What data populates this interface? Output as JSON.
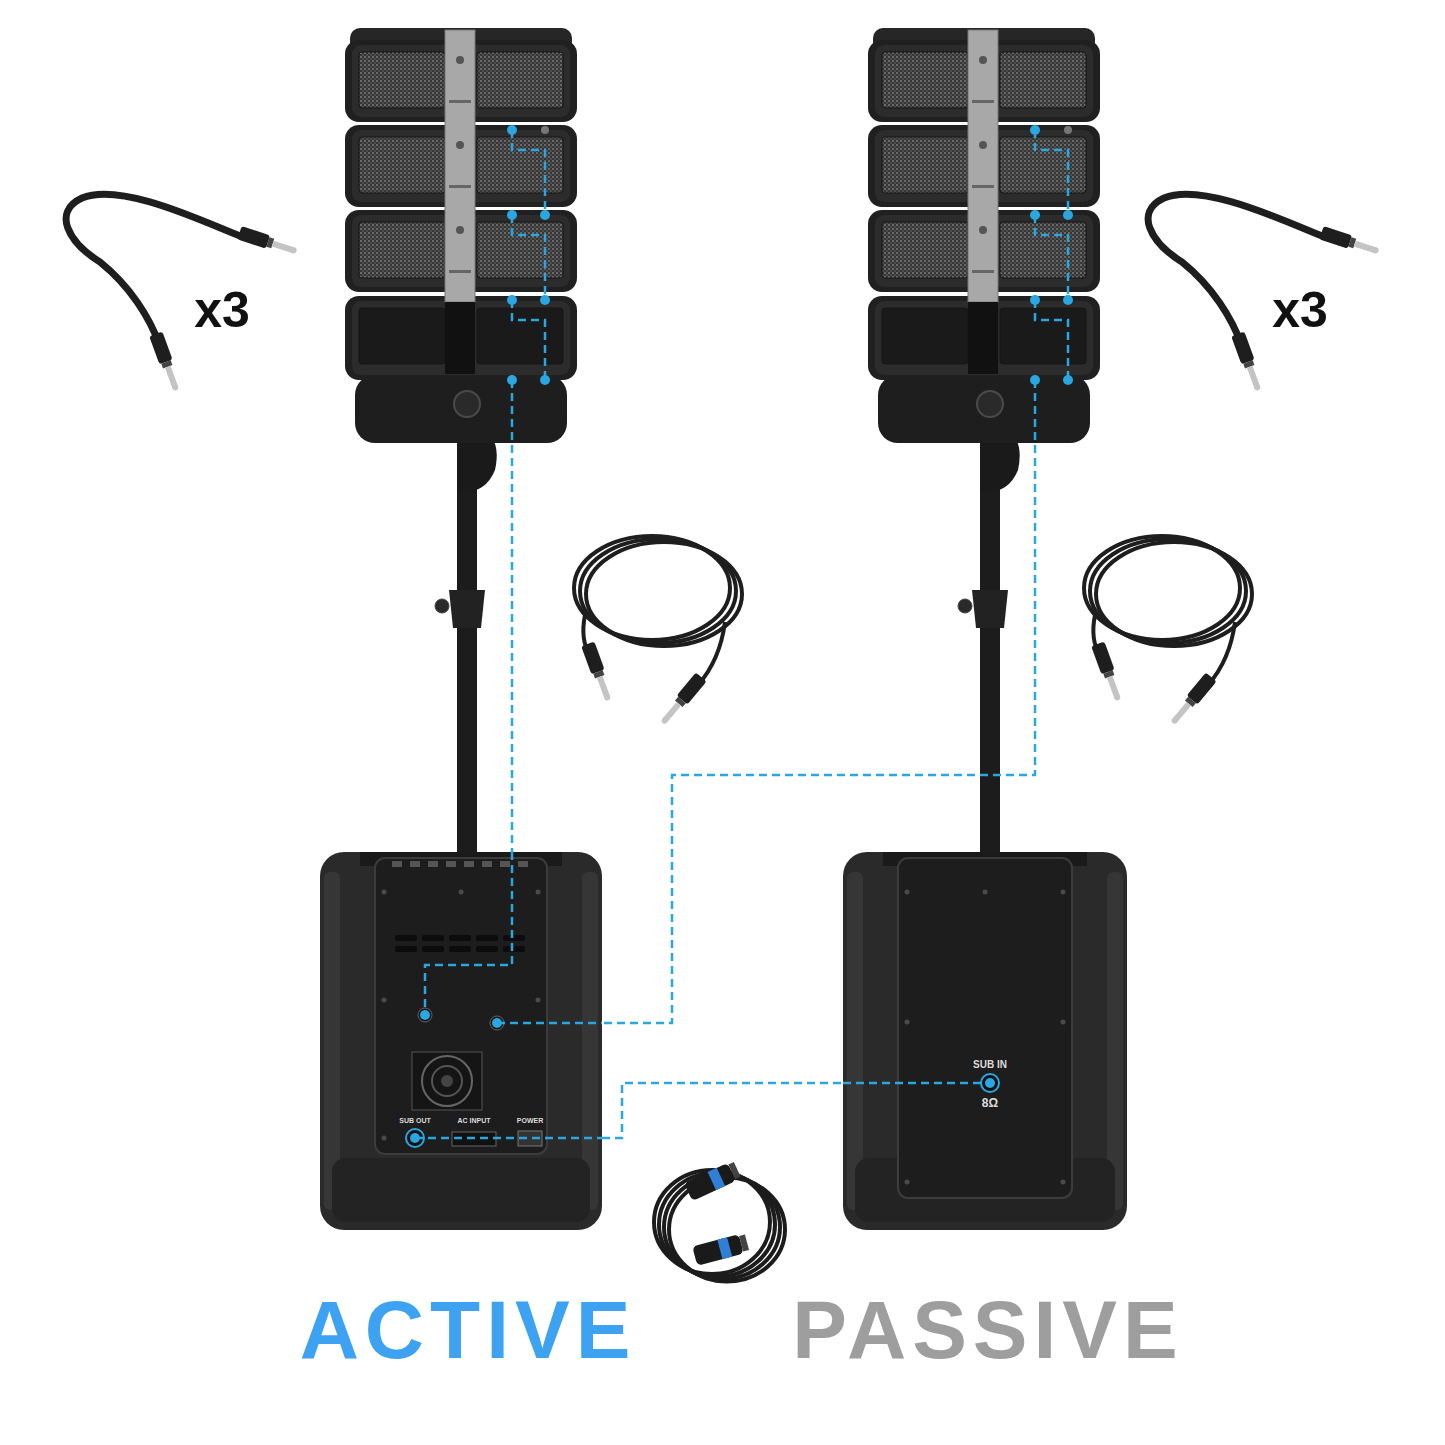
{
  "diagram": {
    "nodes": [
      {
        "text": [
          "SUB OUT",
          "AC INPUT",
          "POWER"
        ]
      },
      {
        "text": [
          "SUB IN",
          "8Ω"
        ]
      }
    ],
    "edges": [
      {
        "from": 0,
        "to": 1,
        "arrow": "none"
      }
    ],
    "labels": [
      "x3",
      "x3",
      "ACTIVE",
      "PASSIVE"
    ]
  }
}
